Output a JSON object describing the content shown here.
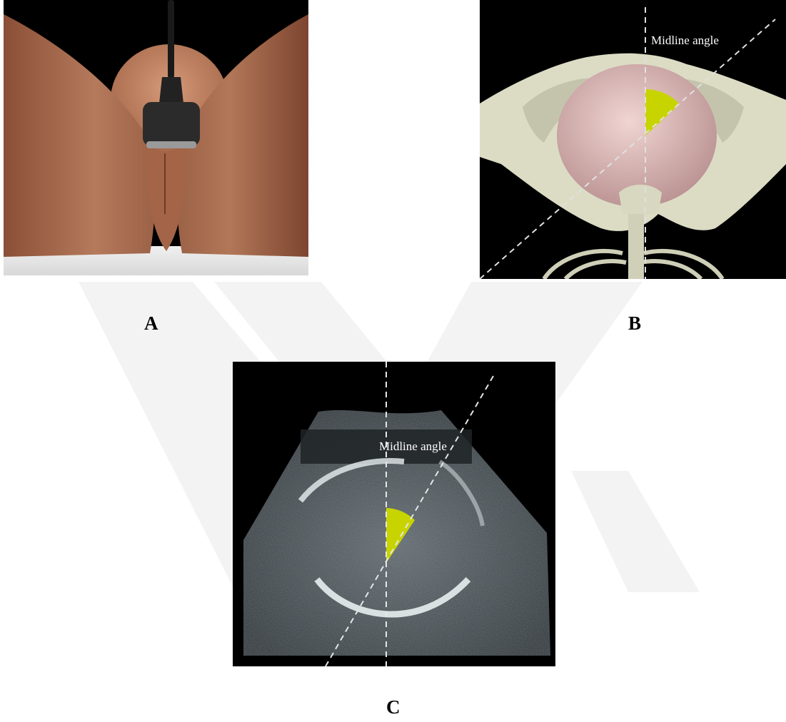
{
  "panels": {
    "a": {
      "label": "A"
    },
    "b": {
      "label": "B",
      "overlay_text": "Midline angle"
    },
    "c": {
      "label": "C",
      "overlay_text": "Midline angle"
    }
  },
  "colors": {
    "background": "#ffffff",
    "angle_fill": "#c8d400",
    "guide_line": "#d8d8d8",
    "skin": "#a86a4e",
    "bone": "#dcdcc4",
    "fetal_head": "#d9b3b3",
    "watermark": "#f2f2f2"
  }
}
